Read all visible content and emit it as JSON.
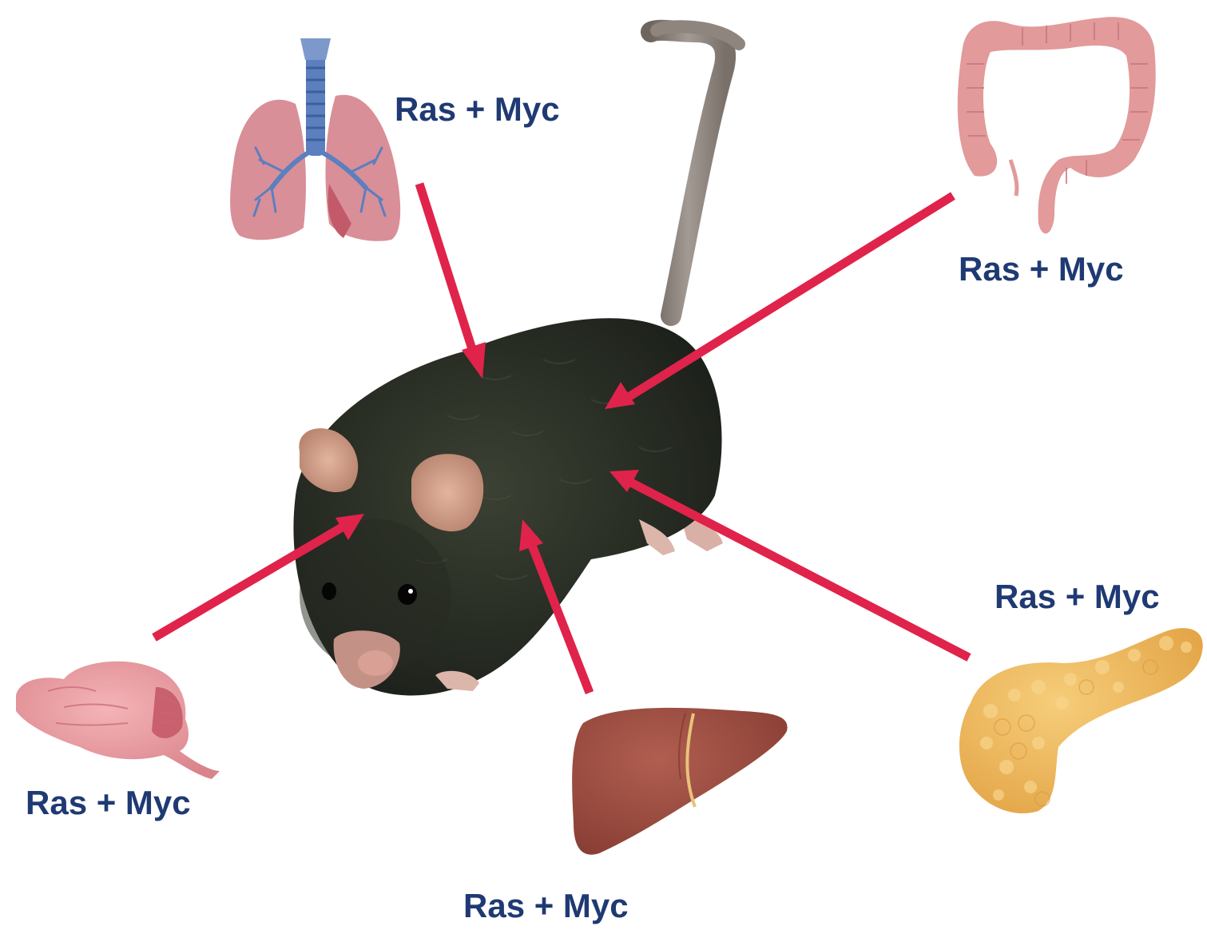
{
  "diagram": {
    "colors": {
      "arrow": "#e0234a",
      "label_text": "#1f3a73",
      "mouse_fur": "#2c3026",
      "lung": "#d98f98",
      "trachea": "#5b7fbf",
      "colon": "#e29a9a",
      "liver": "#9b4b3f",
      "pancreas": "#f0b44f",
      "brain": "#e89aa0"
    },
    "organs": [
      {
        "name": "lung",
        "icon": "lung-icon",
        "label": "Ras + Myc"
      },
      {
        "name": "colon",
        "icon": "colon-icon",
        "label": "Ras + Myc"
      },
      {
        "name": "pancreas",
        "icon": "pancreas-icon",
        "label": "Ras + Myc"
      },
      {
        "name": "brain",
        "icon": "brain-icon",
        "label": "Ras + Myc"
      },
      {
        "name": "liver",
        "icon": "liver-icon",
        "label": "Ras + Myc"
      }
    ],
    "center": {
      "icon": "mouse-icon"
    }
  }
}
